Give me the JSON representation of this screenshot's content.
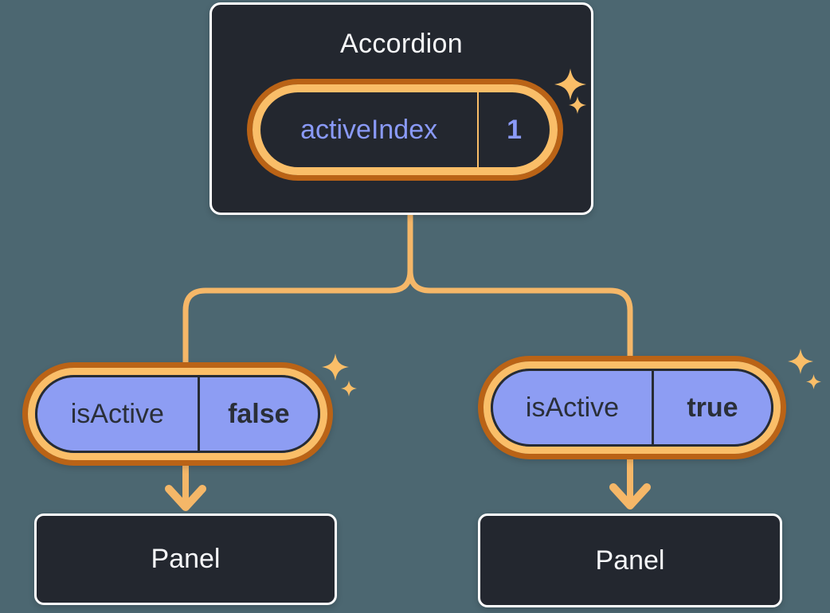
{
  "colors": {
    "background": "#4C6771",
    "node_fill": "#23272F",
    "node_border": "#FFFFFF",
    "node_text": "#F6F7F9",
    "purple_fill": "#8D9DF3",
    "purple_text": "#8A9AF8",
    "dark_text": "#2A2F38",
    "ring_outer": "#BA6316",
    "ring_inner": "#FABE68",
    "connector": "#F5B768",
    "sparkle": "#FABE68"
  },
  "diagram": {
    "root": {
      "title": "Accordion",
      "state": {
        "label": "activeIndex",
        "value": "1"
      }
    },
    "children": [
      {
        "state": {
          "label": "isActive",
          "value": "false"
        },
        "panel_label": "Panel"
      },
      {
        "state": {
          "label": "isActive",
          "value": "true"
        },
        "panel_label": "Panel"
      }
    ]
  }
}
